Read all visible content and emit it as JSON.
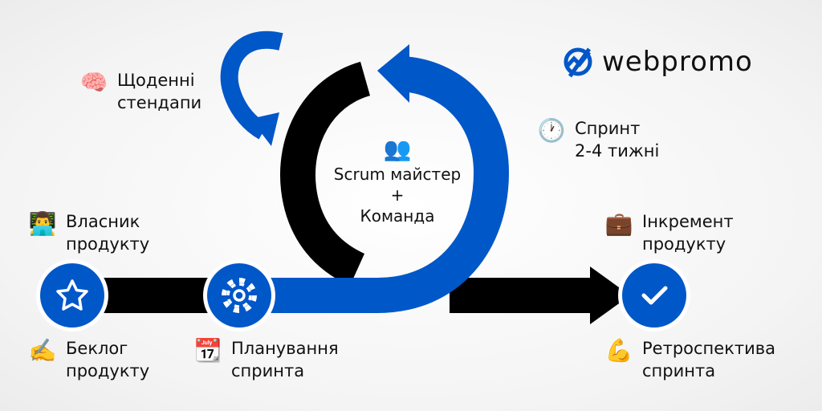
{
  "brand": {
    "name": "webpromo",
    "accent": "#0057c8"
  },
  "center": {
    "icon": "busts-icon",
    "line1": "Scrum майстер",
    "plus": "+",
    "line2": "Команда"
  },
  "labels": {
    "standups": {
      "icon": "brain-icon",
      "line1": "Щоденні",
      "line2": "стендапи"
    },
    "sprint": {
      "icon": "clock-icon",
      "line1": "Спринт",
      "line2": "2-4 тижні"
    },
    "owner": {
      "icon": "technologist-icon",
      "line1": "Власник",
      "line2": "продукту"
    },
    "backlog": {
      "icon": "writing-hand-icon",
      "line1": "Беклог",
      "line2": "продукту"
    },
    "planning": {
      "icon": "calendar-icon",
      "line1": "Планування",
      "line2": "спринта"
    },
    "increment": {
      "icon": "briefcase-icon",
      "line1": "Інкремент",
      "line2": "продукту"
    },
    "retro": {
      "icon": "flexed-biceps-icon",
      "line1": "Ретроспектива",
      "line2": "спринта"
    }
  },
  "nodes": [
    {
      "icon": "star-icon"
    },
    {
      "icon": "gear-icon"
    },
    {
      "icon": "check-icon"
    }
  ]
}
